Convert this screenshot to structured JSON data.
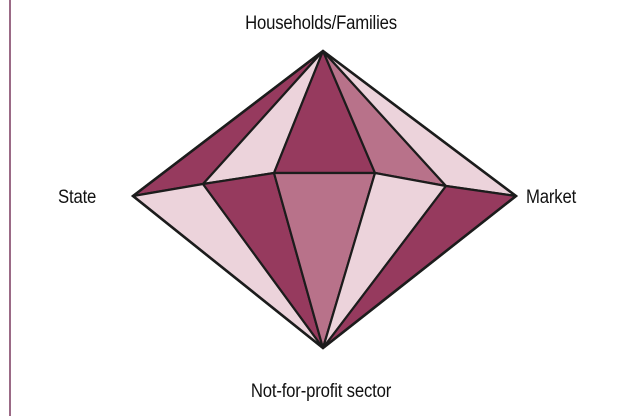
{
  "diagram": {
    "labels": {
      "top": "Households/Families",
      "left": "State",
      "right": "Market",
      "bottom": "Not-for-profit sector"
    },
    "colors": {
      "dark": "#963a5e",
      "medium": "#b8728a",
      "light": "#ecd3db",
      "outline": "#1c1c1c",
      "left_rule": "#9b6a86"
    }
  }
}
